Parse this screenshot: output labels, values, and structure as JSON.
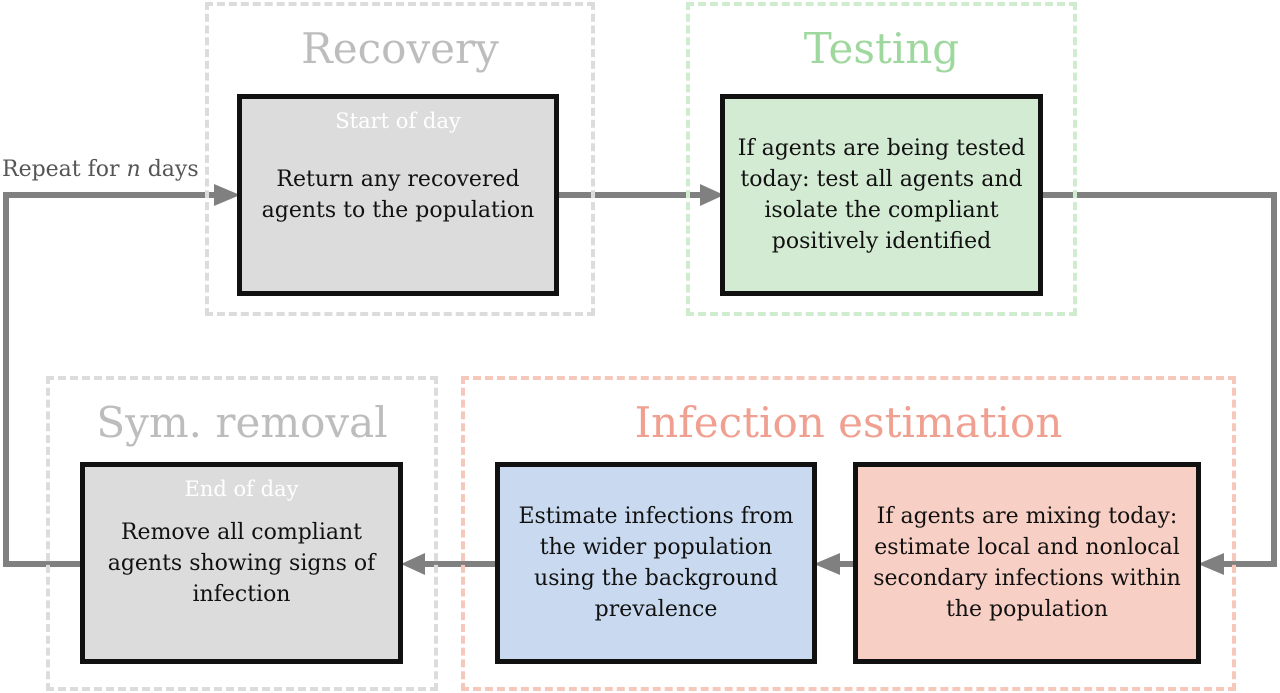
{
  "colors": {
    "connector": "#808080",
    "recovery_title": "#bdbdbd",
    "testing_title": "#9fd89f",
    "testing_border": "#cfeccf",
    "sym_title": "#bdbdbd",
    "infection_title": "#f0a090",
    "infection_border": "#f6c8bc",
    "grey_fill": "#dcdcdc",
    "green_fill": "#d3ead3",
    "blue_fill": "#c9daf0",
    "red_fill": "#f8cfc4"
  },
  "groups": {
    "recovery": "Recovery",
    "testing": "Testing",
    "sym_removal": "Sym. removal",
    "infection": "Infection estimation"
  },
  "boxes": {
    "recovery": {
      "sub": "Start of day",
      "text": "Return any recovered agents to the population"
    },
    "testing": {
      "text": "If agents are being tested today: test all agents and isolate the compliant positively identified"
    },
    "mixing": {
      "text": "If agents are mixing today: estimate local and nonlocal secondary infections within the population"
    },
    "background": {
      "text": "Estimate infections from the wider population using the background prevalence"
    },
    "removal": {
      "sub": "End of day",
      "text": "Remove all compliant agents showing signs of infection"
    }
  },
  "repeat": {
    "prefix": "Repeat for",
    "var": "n",
    "suffix": "days"
  }
}
